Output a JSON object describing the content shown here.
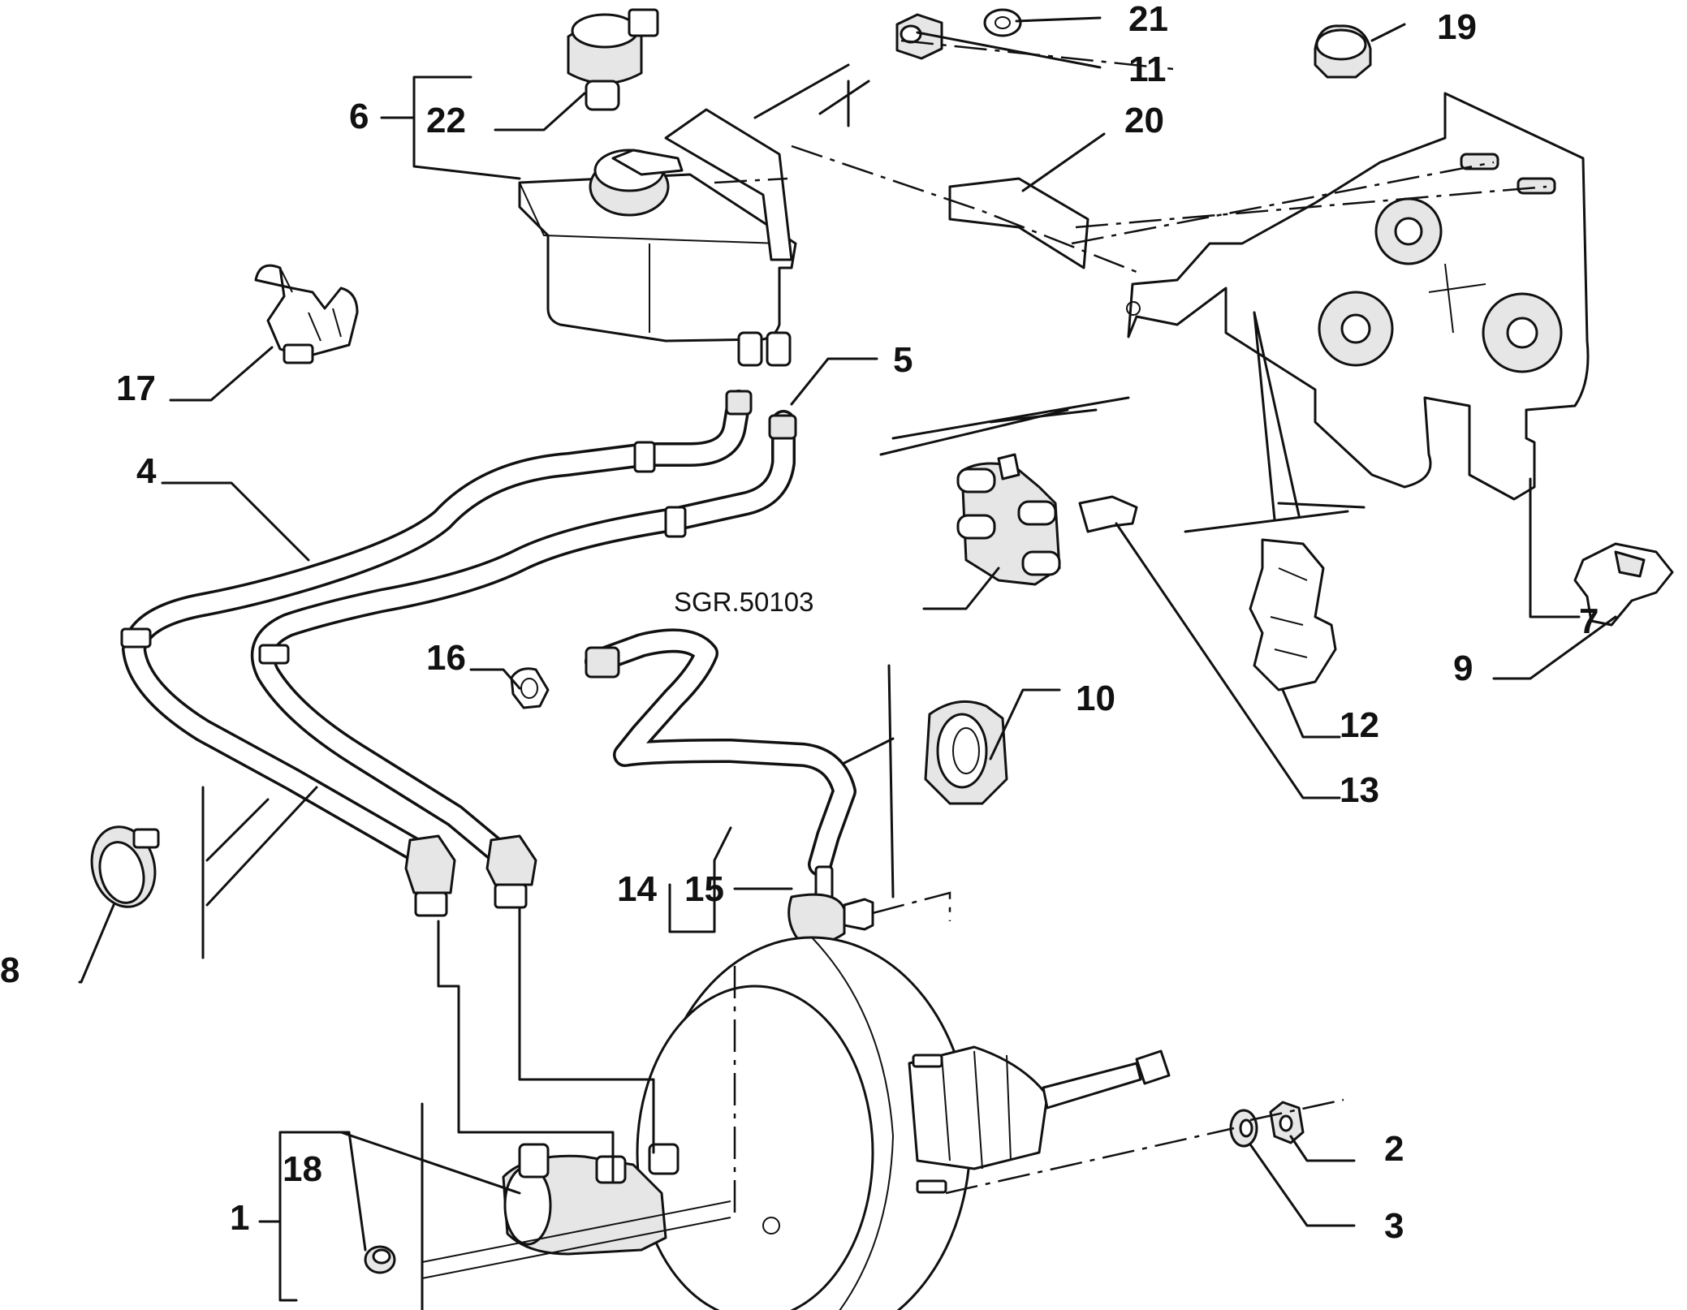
{
  "diagram": {
    "reference_code": "SGR.50103",
    "callouts": [
      "1",
      "2",
      "3",
      "4",
      "5",
      "6",
      "7",
      "8",
      "9",
      "10",
      "11",
      "12",
      "13",
      "14",
      "15",
      "16",
      "17",
      "18",
      "19",
      "20",
      "21",
      "22"
    ]
  }
}
